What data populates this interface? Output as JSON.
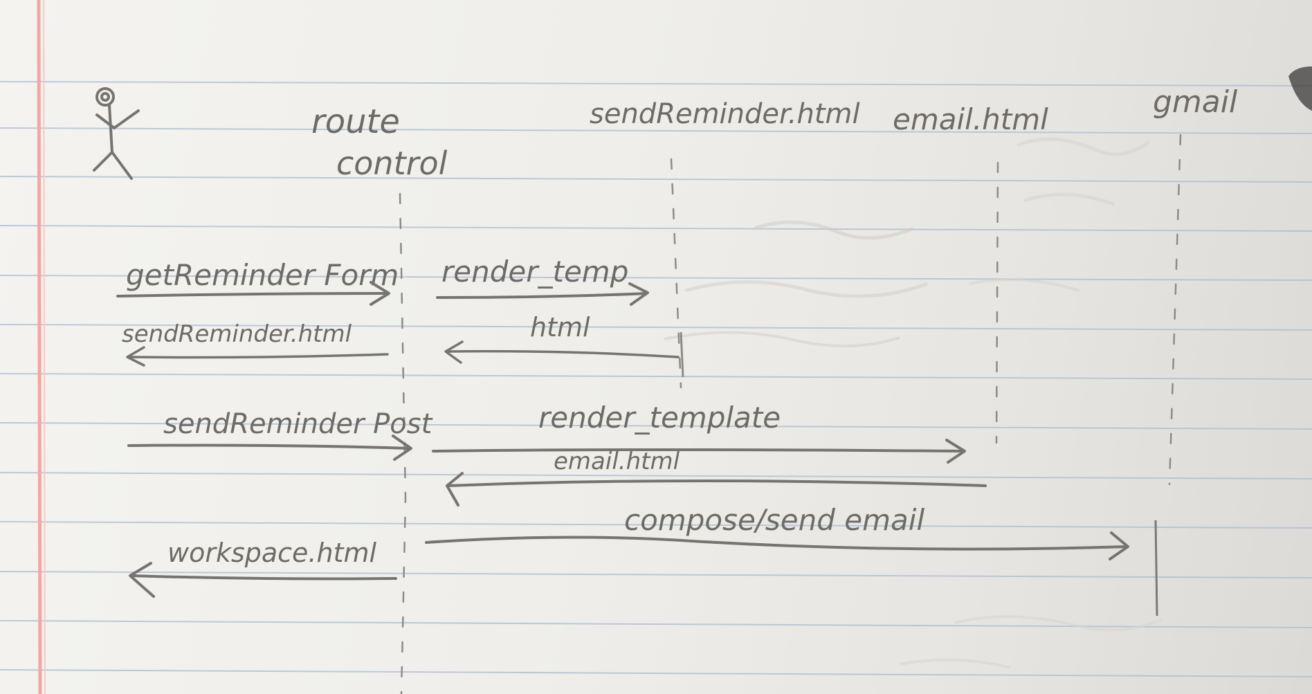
{
  "participants": {
    "actor": "",
    "route": "route",
    "control": "control",
    "send_reminder_html": "sendReminder.html",
    "email_html": "email.html",
    "gmail": "gmail"
  },
  "messages": {
    "get_reminder_form": "getReminder Form",
    "render_temp": "render_temp",
    "send_reminder_html_return": "sendReminder.html",
    "html_return": "html",
    "send_reminder_post": "sendReminder Post",
    "render_template": "render_template",
    "email_html_return": "email.html",
    "compose_send_email": "compose/send email",
    "workspace_html": "workspace.html"
  },
  "colors": {
    "paper": "#f1f0ec",
    "rule_line": "#9fb6d0",
    "margin_line": "#f0a9a6",
    "pencil": "#6e6b66"
  }
}
